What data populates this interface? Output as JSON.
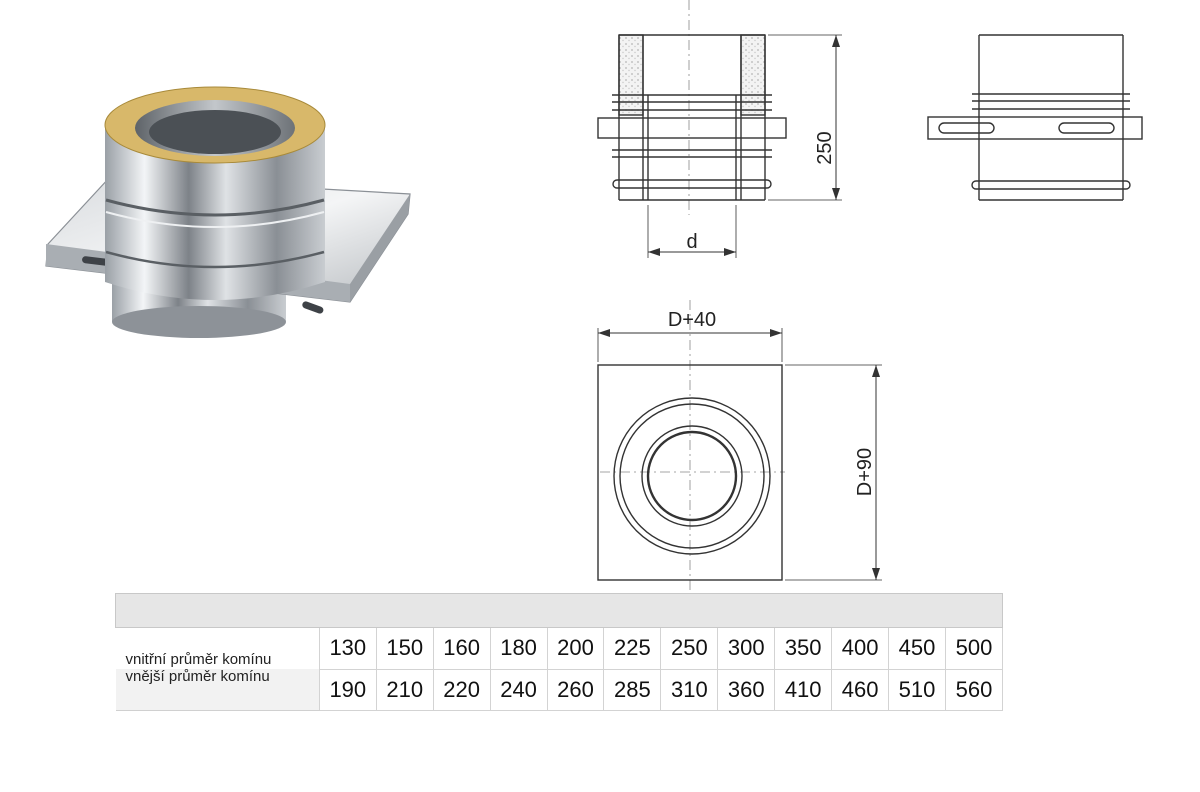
{
  "dimensions": {
    "height": "250",
    "inner_diameter": "d",
    "width": "D+40",
    "depth": "D+90"
  },
  "table": {
    "rows": [
      {
        "label": "vnitřní průměr komínu",
        "values": [
          "130",
          "150",
          "160",
          "180",
          "200",
          "225",
          "250",
          "300",
          "350",
          "400",
          "450",
          "500"
        ]
      },
      {
        "label": "vnější průměr komínu",
        "values": [
          "190",
          "210",
          "220",
          "240",
          "260",
          "285",
          "310",
          "360",
          "410",
          "460",
          "510",
          "560"
        ]
      }
    ]
  },
  "colors": {
    "insulation": "#d8b86a",
    "steel_light": "#eef0f2",
    "steel_dark": "#6e7378",
    "line": "#333333"
  }
}
